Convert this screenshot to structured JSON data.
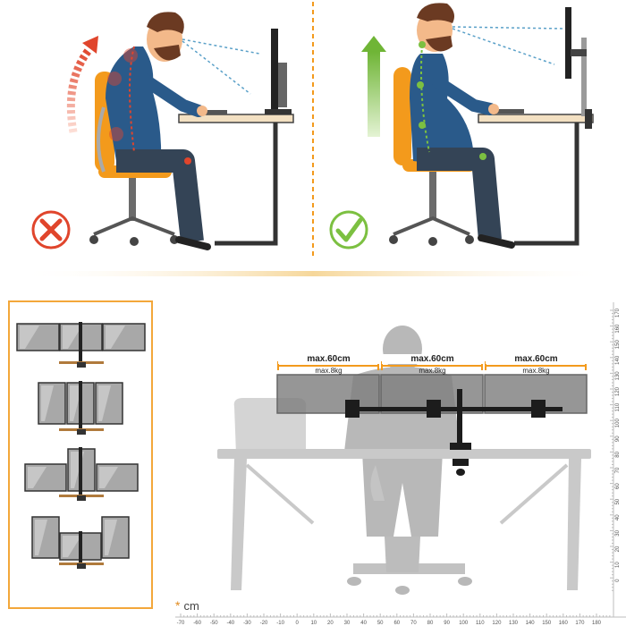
{
  "colors": {
    "orange": "#f39a1c",
    "bad": "#e0452c",
    "good": "#7cc041",
    "shirt": "#2a5a8a",
    "pants": "#344456",
    "silhouette": "#c9c9c9",
    "monitor": "#8a8a8a",
    "ruler": "#bdbdbd"
  },
  "posture": {
    "bad": {
      "icon": "cross-icon"
    },
    "good": {
      "icon": "check-icon"
    }
  },
  "layouts": [
    {
      "name": "three-horizontal"
    },
    {
      "name": "three-vertical"
    },
    {
      "name": "center-raised"
    },
    {
      "name": "center-lowered"
    }
  ],
  "monitors": [
    {
      "width": "max.60cm",
      "weight": "max.8kg"
    },
    {
      "width": "max.60cm",
      "weight": "max.8kg"
    },
    {
      "width": "max.60cm",
      "weight": "max.8kg"
    }
  ],
  "unit": {
    "symbol": "*",
    "label": "cm"
  },
  "ruler_x": [
    "-70",
    "-60",
    "-50",
    "-40",
    "-30",
    "-20",
    "-10",
    "0",
    "10",
    "20",
    "30",
    "40",
    "50",
    "60",
    "70",
    "80",
    "90",
    "100",
    "110",
    "120",
    "130",
    "140",
    "150",
    "160",
    "170",
    "180"
  ],
  "ruler_y": [
    "170",
    "160",
    "150",
    "140",
    "130",
    "120",
    "110",
    "100",
    "90",
    "80",
    "70",
    "60",
    "50",
    "40",
    "30",
    "20",
    "10",
    "0"
  ]
}
